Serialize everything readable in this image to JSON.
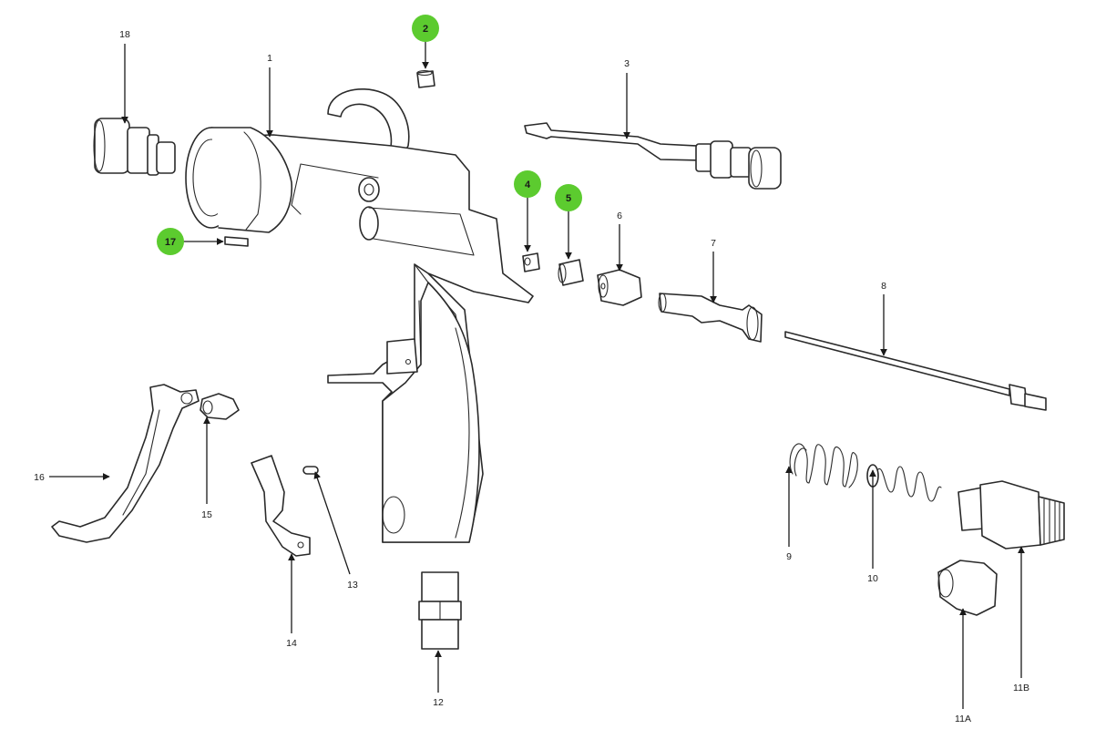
{
  "callouts": {
    "c1": "1",
    "c2": "2",
    "c3": "3",
    "c4": "4",
    "c5": "5",
    "c6": "6",
    "c7": "7",
    "c8": "8",
    "c9": "9",
    "c10": "10",
    "c11a": "11A",
    "c11b": "11B",
    "c12": "12",
    "c13": "13",
    "c14": "14",
    "c15": "15",
    "c16": "16",
    "c17": "17",
    "c18": "18"
  },
  "highlight_color": "#5ccb2f"
}
